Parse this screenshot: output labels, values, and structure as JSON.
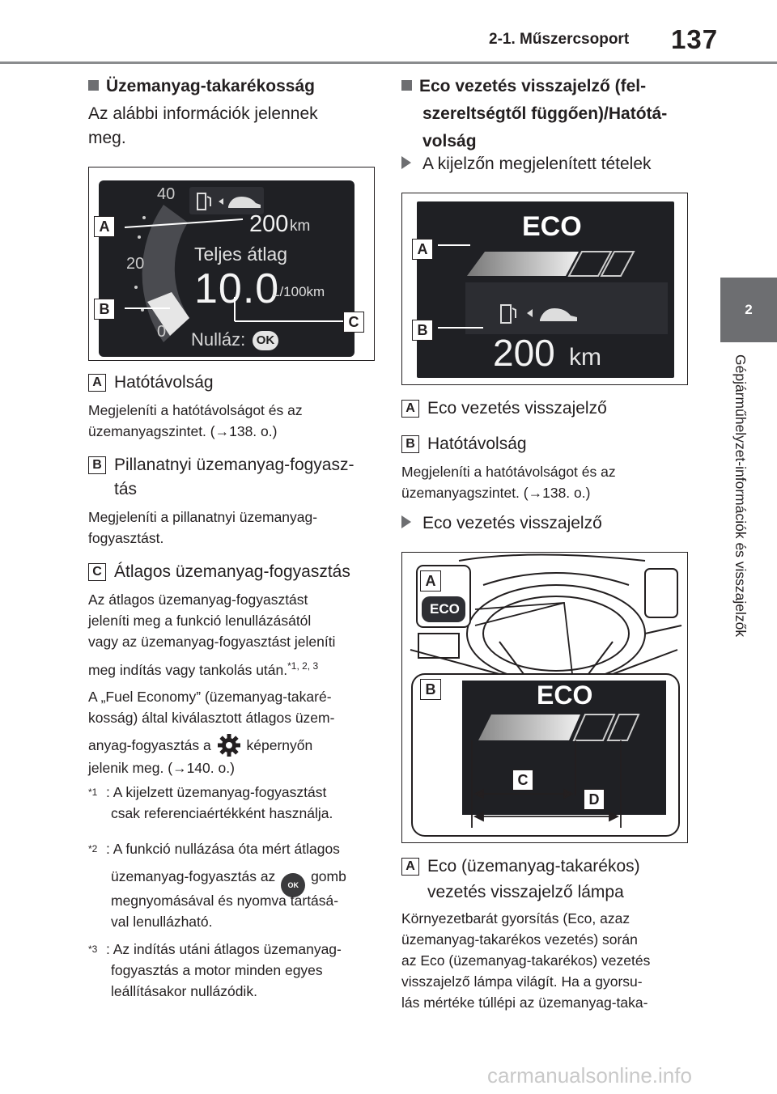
{
  "header": {
    "section": "2-1. Műszercsoport",
    "page_number": "137"
  },
  "side_tab": {
    "number": "2",
    "title": "Gépjárműhelyzet-információk és visszajelzők"
  },
  "left": {
    "heading": "Üzemanyag-takarékosság",
    "intro": "Az alábbi információk jelennek meg.",
    "figure": {
      "dial_top": "40",
      "dial_mid": "20",
      "dial_bottom": "0",
      "range_value": "200",
      "range_unit": "km",
      "avg_label": "Teljes átlag",
      "avg_value": "10.0",
      "avg_unit": "L/100km",
      "reset_label": "Nulláz:",
      "ok": "OK",
      "tag_a": "A",
      "tag_b": "B",
      "tag_c": "C"
    },
    "items": [
      {
        "tag": "A",
        "title": "Hatótávolság",
        "desc": "Megjeleníti a hatótávolságot és az üzemanyagszintet. (→138. o.)"
      },
      {
        "tag": "B",
        "title": "Pillanatnyi üzemanyag-fogyasz-",
        "title2": "tás",
        "desc": "Megjeleníti a pillanatnyi üzemanyag-fogyasztást."
      },
      {
        "tag": "C",
        "title": "Átlagos üzemanyag-fogyasztás",
        "desc_l1": "Az átlagos üzemanyag-fogyasztást",
        "desc_l2": "jeleníti meg a funkció lenullázásától",
        "desc_l3": "vagy az üzemanyag-fogyasztást jeleníti",
        "desc_l4": "meg indítás vagy tankolás után.",
        "desc_sup": "*1, 2, 3",
        "desc2_l1": "A „Fuel Economy” (üzemanyag-takaré-",
        "desc2_l2": "kosság) által kiválasztott átlagos üzem-",
        "desc2_l3a": "anyag-fogyasztás a",
        "desc2_l3b": "képernyőn",
        "desc2_l4": "jelenik meg. (→140. o.)"
      }
    ],
    "notes": [
      {
        "mark": "*1",
        "l1": ": A kijelzett üzemanyag-fogyasztást",
        "l2": "csak referenciaértékként használja."
      },
      {
        "mark": "*2",
        "l1": ": A funkció nullázása óta mért átlagos",
        "l2a": "üzemanyag-fogyasztás az",
        "ok": "OK",
        "l2b": "gomb",
        "l3": "megnyomásával és nyomva tartásá-",
        "l4": "val lenullázható."
      },
      {
        "mark": "*3",
        "l1": ": Az indítás utáni átlagos üzemanyag-",
        "l2": "fogyasztás a motor minden egyes",
        "l3": "leállításakor nullázódik."
      }
    ]
  },
  "right": {
    "heading_l1": "Eco vezetés visszajelző (fel-",
    "heading_l2": "szereltségtől függően)/Hatótá-",
    "heading_l3": "volság",
    "sub1": "A kijelzőn megjelenített tételek",
    "figure1": {
      "eco": "ECO",
      "range": "200",
      "unit": "km",
      "tag_a": "A",
      "tag_b": "B"
    },
    "items": [
      {
        "tag": "A",
        "title": "Eco vezetés visszajelző"
      },
      {
        "tag": "B",
        "title": "Hatótávolság",
        "desc_l1": "Megjeleníti a hatótávolságot és az",
        "desc_l2": "üzemanyagszintet. (→138. o.)"
      }
    ],
    "sub2": "Eco vezetés visszajelző",
    "figure2": {
      "eco_small": "ECO",
      "eco_big": "ECO",
      "tag_a": "A",
      "tag_b": "B",
      "tag_c": "C",
      "tag_d": "D"
    },
    "item_a": {
      "tag": "A",
      "title_l1": "Eco (üzemanyag-takarékos)",
      "title_l2": "vezetés visszajelző lámpa"
    },
    "para": [
      "Környezetbarát gyorsítás (Eco, azaz",
      "üzemanyag-takarékos vezetés) során",
      "az Eco (üzemanyag-takarékos) vezetés",
      "visszajelző lámpa világít. Ha a gyorsu-",
      "lás mértéke túllépi az üzemanyag-taka-"
    ]
  },
  "watermark": "carmanualsonline.info"
}
